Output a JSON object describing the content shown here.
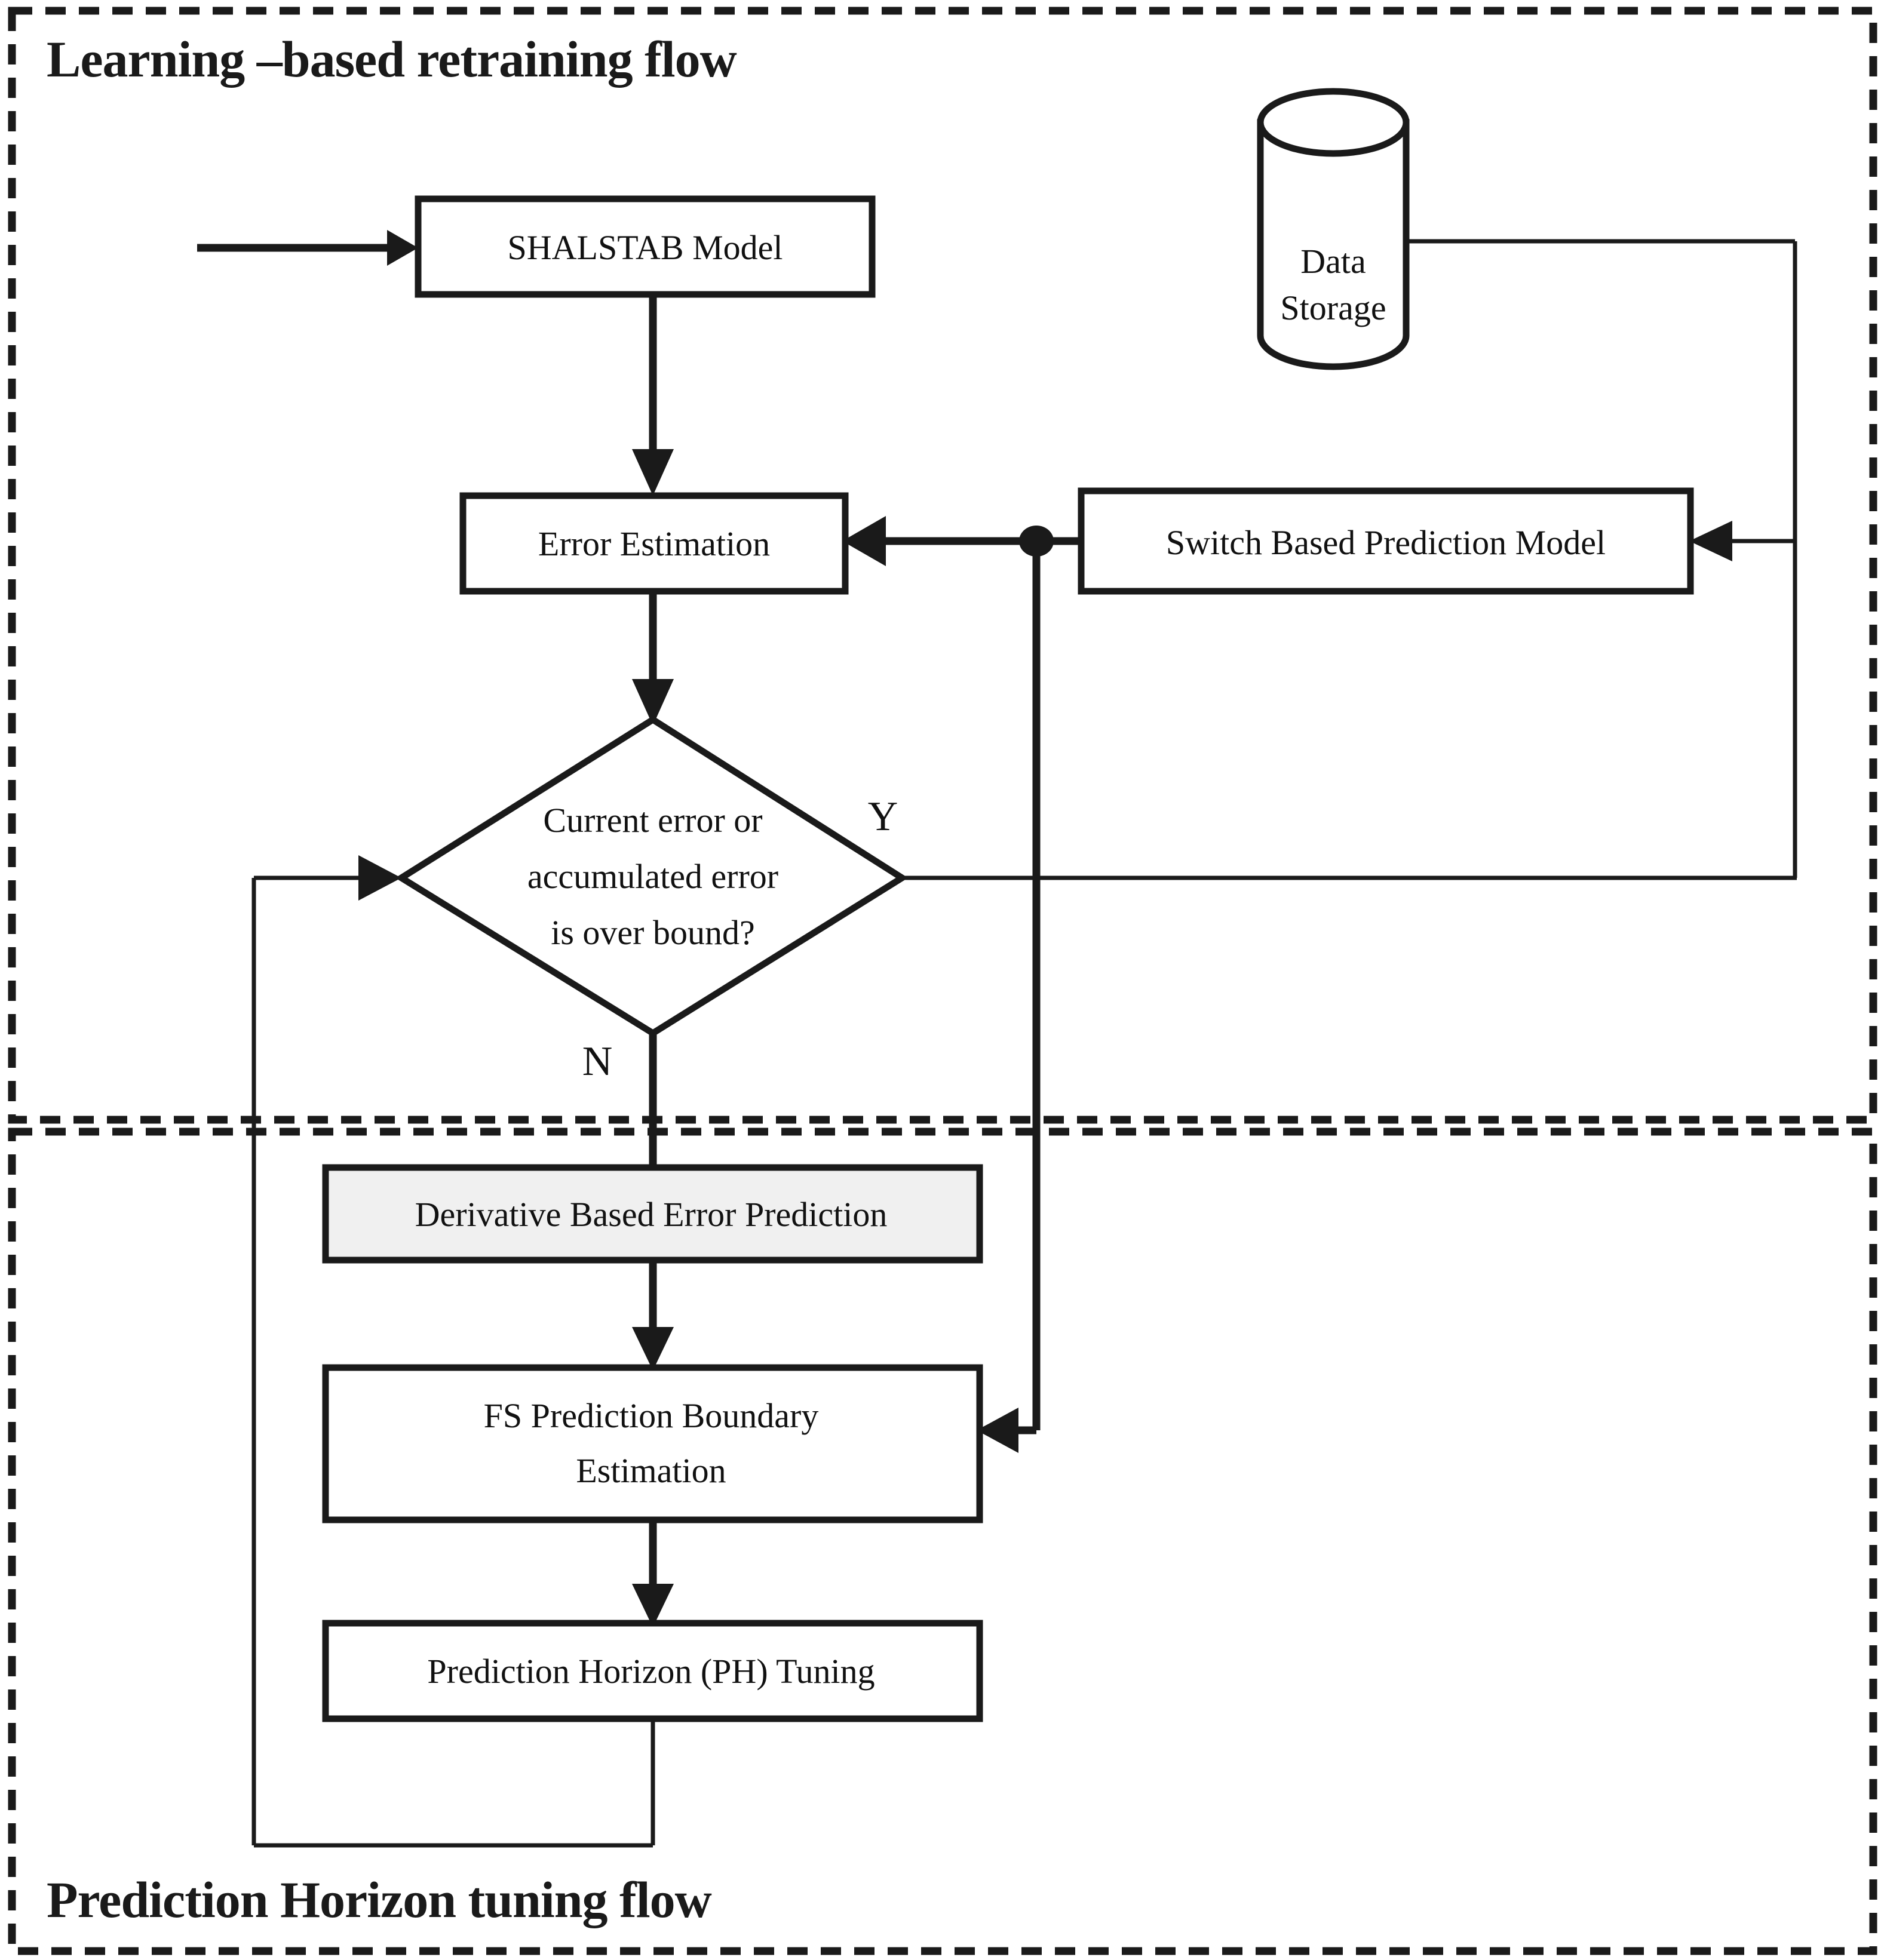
{
  "panels": {
    "top": {
      "title": "Learning –based retraining flow"
    },
    "bottom": {
      "title": "Prediction Horizon tuning flow"
    }
  },
  "nodes": {
    "shalstab": {
      "label": "SHALSTAB Model",
      "type": "process"
    },
    "data_storage": {
      "label_line1": "Data",
      "label_line2": "Storage",
      "type": "datastore"
    },
    "error_estimation": {
      "label": "Error Estimation",
      "type": "process"
    },
    "switch_model": {
      "label": "Switch Based Prediction Model",
      "type": "process"
    },
    "decision": {
      "label_line1": "Current error or",
      "label_line2": "accumulated error",
      "label_line3": "is over bound?",
      "type": "decision"
    },
    "derivative_prediction": {
      "label": "Derivative Based Error Prediction",
      "type": "process",
      "fill": "#f0f0f0"
    },
    "fs_boundary": {
      "label_line1": "FS Prediction Boundary",
      "label_line2": "Estimation",
      "type": "process"
    },
    "ph_tuning": {
      "label": "Prediction Horizon (PH) Tuning",
      "type": "process"
    }
  },
  "branch_labels": {
    "yes": "Y",
    "no": "N"
  },
  "colors": {
    "ink": "#1a1a1a",
    "background": "#ffffff",
    "shaded_fill": "#f0f0f0"
  }
}
